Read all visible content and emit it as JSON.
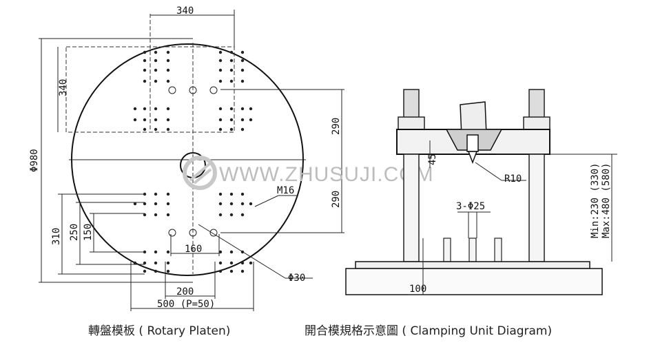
{
  "rotary": {
    "caption": "轉盤模板 ( Rotary Platen)",
    "dims": {
      "top_width": "340",
      "side_height": "340",
      "diameter": "Φ980",
      "upper_vertical": "290",
      "lower_vertical": "290",
      "d310": "310",
      "d250": "250",
      "d150": "150",
      "d160": "160",
      "d200": "200",
      "d500": "500 (P=50)",
      "thread": "M16",
      "hole": "Φ30"
    }
  },
  "clamping": {
    "caption": "開合模規格示意圖 ( Clamping Unit Diagram)",
    "dims": {
      "d45": "45",
      "r10": "R10",
      "pins": "3-Φ25",
      "d100": "100",
      "min": "Min:230 (330)",
      "max": "Max:480 (580)"
    }
  },
  "watermark": {
    "text": "WWW.ZHUSUJI.COM",
    "icon": "zhusuji-logo-icon"
  }
}
